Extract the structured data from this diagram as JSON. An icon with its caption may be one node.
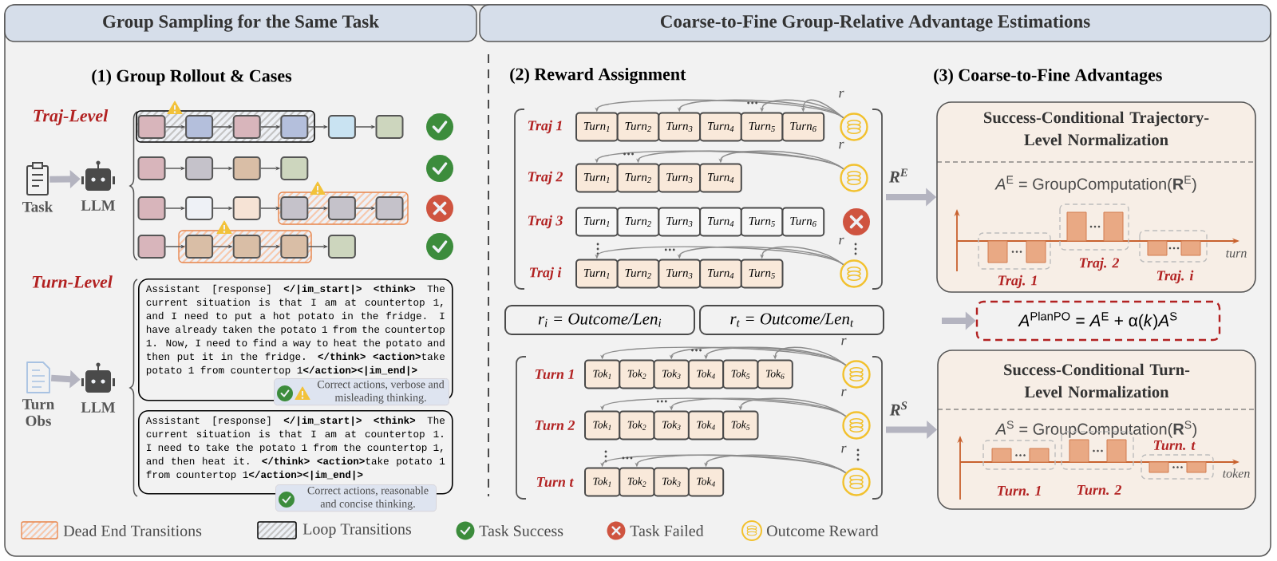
{
  "diagram": {
    "nodes": [
      {
        "text": [
          "Group Sampling for the Same Task"
        ]
      },
      {
        "text": [
          "Coarse-to-Fine Group-Relative Advantage Estimations"
        ]
      },
      {
        "text": [],
        "shape": "picture",
        "beside": [
          "Task"
        ]
      },
      {
        "text": [],
        "shape": "picture",
        "beside": [
          "LLM"
        ]
      },
      {
        "text": [],
        "shape": "box"
      },
      {
        "text": [],
        "shape": "box"
      },
      {
        "text": [],
        "shape": "box"
      },
      {
        "text": [],
        "shape": "box"
      },
      {
        "text": [],
        "shape": "box"
      },
      {
        "text": [],
        "shape": "box"
      },
      {
        "text": [],
        "shape": "box"
      },
      {
        "text": [],
        "shape": "box"
      },
      {
        "text": [],
        "shape": "box"
      },
      {
        "text": [],
        "shape": "box"
      },
      {
        "text": [],
        "shape": "box"
      },
      {
        "text": [],
        "shape": "box"
      },
      {
        "text": [],
        "shape": "box"
      },
      {
        "text": [],
        "shape": "box"
      },
      {
        "text": [],
        "shape": "box"
      },
      {
        "text": [],
        "shape": "box"
      },
      {
        "text": [],
        "shape": "box"
      },
      {
        "text": [],
        "shape": "box"
      },
      {
        "text": [],
        "shape": "box"
      },
      {
        "text": [],
        "shape": "box"
      },
      {
        "text": [],
        "shape": "box"
      },
      {
        "text": [],
        "shape": "picture",
        "beside": [
          "Turn Obs"
        ]
      },
      {
        "text": [],
        "shape": "picture",
        "beside": [
          "LLM"
        ]
      },
      {
        "text": [
          "Assistant [response] **</|im_start|>** **<think>** The current situation is that I am at countertop 1, and I need to put a hot potato in the fridge. I have already taken the potato 1 from the countertop 1. Now, I need to find a way to heat the potato and then put it in the fridge. **</think>** **<action>**take potato 1 from countertop 1**</action><|im_end|>**"
        ]
      },
      {
        "text": [
          "Correct actions, verbose and misleading thinking."
        ]
      },
      {
        "text": [
          "Assistant [response] **</|im_start|>** **<think>** The current situation is that I am at countertop 1. I need to take the potato 1 from the countertop 1, and then heat it. **</think>** **<action>**take potato 1 from countertop 1**</action><|im_end|>**"
        ]
      },
      {
        "text": [
          "Correct actions, reasonable and concise thinking."
        ]
      },
      {
        "text": [
          "Turn$_{1}$"
        ]
      },
      {
        "text": [
          "Turn$_{2}$"
        ]
      },
      {
        "text": [
          "Turn$_{3}$"
        ]
      },
      {
        "text": [
          "Turn$_{4}$"
        ]
      },
      {
        "text": [
          "Turn$_{5}$"
        ]
      },
      {
        "text": [
          "Turn$_{6}$"
        ]
      },
      {
        "text": [],
        "shape": "picture"
      },
      {
        "text": [
          "Turn$_{1}$"
        ]
      },
      {
        "text": [
          "Turn$_{2}$"
        ]
      },
      {
        "text": [
          "Turn$_{3}$"
        ]
      },
      {
        "text": [
          "Turn$_{4}$"
        ]
      },
      {
        "text": [],
        "shape": "picture"
      },
      {
        "text": [
          "Turn$_{1}$"
        ]
      },
      {
        "text": [
          "Turn$_{2}$"
        ]
      },
      {
        "text": [
          "Turn$_{3}$"
        ]
      },
      {
        "text": [
          "Turn$_{4}$"
        ]
      },
      {
        "text": [
          "Turn$_{5}$"
        ]
      },
      {
        "text": [
          "Turn$_{6}$"
        ]
      },
      {
        "text": [
          "Turn$_{1}$"
        ]
      },
      {
        "text": [
          "Turn$_{2}$"
        ]
      },
      {
        "text": [
          "Turn$_{3}$"
        ]
      },
      {
        "text": [
          "Turn$_{4}$"
        ]
      },
      {
        "text": [
          "Turn$_{5}$"
        ]
      },
      {
        "text": [],
        "shape": "picture"
      },
      {
        "text": [
          "r$_{i}$ = Outcome/Len$_{i}$"
        ]
      },
      {
        "text": [
          "r$_{t}$ = Outcome/Len$_{t}$"
        ]
      },
      {
        "text": [
          "Tok$_{1}$"
        ]
      },
      {
        "text": [
          "Tok$_{2}$"
        ]
      },
      {
        "text": [
          "Tok$_{3}$"
        ]
      },
      {
        "text": [
          "Tok$_{4}$"
        ]
      },
      {
        "text": [
          "Tok$_{5}$"
        ]
      },
      {
        "text": [
          "Tok$_{6}$"
        ]
      },
      {
        "text": [],
        "shape": "picture"
      },
      {
        "text": [
          "Tok$_{1}$"
        ]
      },
      {
        "text": [
          "Tok$_{2}$"
        ]
      },
      {
        "text": [
          "Tok$_{3}$"
        ]
      },
      {
        "text": [
          "Tok$_{4}$"
        ]
      },
      {
        "text": [
          "Tok$_{5}$"
        ]
      },
      {
        "text": [],
        "shape": "picture"
      },
      {
        "text": [
          "Tok$_{1}$"
        ]
      },
      {
        "text": [
          "Tok$_{2}$"
        ]
      },
      {
        "text": [
          "Tok$_{3}$"
        ]
      },
      {
        "text": [
          "Tok$_{4}$"
        ]
      },
      {
        "text": [],
        "shape": "picture"
      },
      {
        "text": [
          "Success-Conditional Trajectory-Level Normalization",
          "*A*$^{E}$ = GroupComputation(**R**$^{E}$)",
          "Traj. 1",
          "Traj. 2",
          "Traj. i",
          "turn"
        ]
      },
      {
        "text": [
          "*A*$^{PlanPO}$ = *A*$^{E}$ + α(*k*)*A*$^{S}$"
        ]
      },
      {
        "text": [
          "Success-Conditional Turn-Level Normalization",
          "*A*$^{S}$ = GroupComputation(**R**$^{S}$)",
          "Turn. 1",
          "Turn. 2",
          "Turn. t",
          "token"
        ]
      }
    ],
    "edges": [
      {
        "from": 2,
        "to": 3,
        "arrow": "to",
        "style": "thick",
        "color": "#b4b4c0"
      },
      {
        "from": 25,
        "to": 26,
        "arrow": "to",
        "style": "thick",
        "color": "#b4b4c0"
      },
      {
        "from": 4,
        "to": 5,
        "arrow": "to",
        "color": "#4d4d4d"
      },
      {
        "from": 5,
        "to": 6,
        "arrow": "to",
        "color": "#4d4d4d"
      },
      {
        "from": 6,
        "to": 7,
        "arrow": "to",
        "color": "#4d4d4d"
      },
      {
        "from": 7,
        "to": 8,
        "arrow": "to",
        "color": "#4d4d4d"
      },
      {
        "from": 8,
        "to": 9,
        "arrow": "to",
        "color": "#4d4d4d"
      },
      {
        "from": 10,
        "to": 11,
        "arrow": "to",
        "color": "#4d4d4d"
      },
      {
        "from": 11,
        "to": 12,
        "arrow": "to",
        "color": "#4d4d4d"
      },
      {
        "from": 12,
        "to": 13,
        "arrow": "to",
        "color": "#4d4d4d"
      },
      {
        "from": 14,
        "to": 15,
        "arrow": "to",
        "color": "#4d4d4d"
      },
      {
        "from": 15,
        "to": 16,
        "arrow": "to",
        "color": "#4d4d4d"
      },
      {
        "from": 16,
        "to": 17,
        "arrow": "to",
        "color": "#4d4d4d"
      },
      {
        "from": 17,
        "to": 18,
        "arrow": "to",
        "color": "#4d4d4d"
      },
      {
        "from": 18,
        "to": 19,
        "arrow": "to",
        "color": "#4d4d4d"
      },
      {
        "from": 20,
        "to": 21,
        "arrow": "to",
        "color": "#4d4d4d"
      },
      {
        "from": 21,
        "to": 22,
        "arrow": "to",
        "color": "#4d4d4d"
      },
      {
        "from": 22,
        "to": 23,
        "arrow": "to",
        "color": "#4d4d4d"
      },
      {
        "from": 23,
        "to": 24,
        "arrow": "to",
        "color": "#4d4d4d"
      },
      {
        "from": 37,
        "to": 31,
        "arrow": "to",
        "label": "r"
      },
      {
        "from": 37,
        "to": 33,
        "arrow": "to"
      },
      {
        "from": 37,
        "to": 35,
        "arrow": "to"
      },
      {
        "from": 37,
        "to": 36,
        "arrow": "to"
      },
      {
        "from": 42,
        "to": 38,
        "arrow": "to",
        "label": "r"
      },
      {
        "from": 42,
        "to": 39,
        "arrow": "to"
      },
      {
        "from": 42,
        "to": 41,
        "arrow": "to"
      },
      {
        "from": 54,
        "to": 49,
        "arrow": "to",
        "label": "r"
      },
      {
        "from": 54,
        "to": 51,
        "arrow": "to"
      },
      {
        "from": 54,
        "to": 53,
        "arrow": "to"
      },
      {
        "from": 63,
        "to": 57,
        "arrow": "to",
        "label": "r"
      },
      {
        "from": 63,
        "to": 59,
        "arrow": "to"
      },
      {
        "from": 63,
        "to": 60,
        "arrow": "to"
      },
      {
        "from": 63,
        "to": 62,
        "arrow": "to"
      },
      {
        "from": 69,
        "to": 64,
        "arrow": "to",
        "label": "r"
      },
      {
        "from": 69,
        "to": 66,
        "arrow": "to"
      },
      {
        "from": 69,
        "to": 68,
        "arrow": "to"
      },
      {
        "from": 74,
        "to": 70,
        "arrow": "to",
        "label": "r"
      },
      {
        "from": 74,
        "to": 71,
        "arrow": "to"
      },
      {
        "from": 74,
        "to": 73,
        "arrow": "to"
      },
      {
        "from": null,
        "to": 75,
        "arrow": "to",
        "style": "thick",
        "color": "#b4b4c0",
        "label": "R$^{E}$"
      },
      {
        "from": null,
        "to": 77,
        "arrow": "to",
        "style": "thick",
        "color": "#b4b4c0",
        "label": "R$^{S}$"
      },
      {
        "from": null,
        "to": 76,
        "arrow": "to",
        "style": "thick",
        "color": "#b4b4c0"
      }
    ],
    "labels": [
      "(1) Group Rollout & Cases",
      "Traj-Level",
      "Turn-Level",
      "(2) Reward Assignment",
      "Traj 1",
      "Traj 2",
      "Traj 3",
      "Traj i",
      "Turn 1",
      "Turn 2",
      "Turn t",
      "(3) Coarse-to-Fine Advantages"
    ],
    "legend": [
      {
        "text": "Dead End Transitions"
      },
      {
        "text": "Loop Transitions"
      },
      {
        "text": "Task Success"
      },
      {
        "text": "Task Failed"
      },
      {
        "text": "Outcome Reward"
      }
    ]
  }
}
